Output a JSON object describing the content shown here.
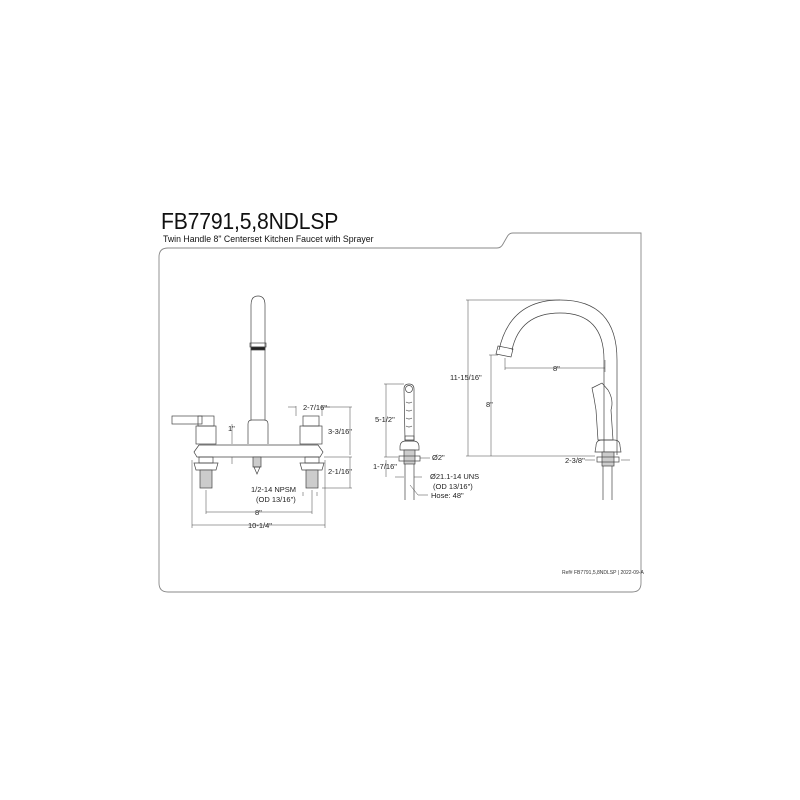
{
  "header": {
    "model": "FB7791,5,8NDLSP",
    "description": "Twin Handle 8\" Centerset Kitchen Faucet with Sprayer"
  },
  "footer": {
    "reference": "Ref# FB7791,5,8NDLSP | 2022-09-A"
  },
  "front_view": {
    "dimensions": {
      "handle_width": "2-7/16\"",
      "handle_height": "3-3/16\"",
      "deck_to_base": "1\"",
      "shank_length": "2-1/16\"",
      "thread": "1/2-14 NPSM",
      "thread_od": "(OD 13/16\")",
      "center_spacing": "8\"",
      "overall_width": "10-1/4\""
    }
  },
  "sprayer_view": {
    "dimensions": {
      "height": "5-1/2\"",
      "base_diameter": "Ø2\"",
      "shank_length": "1-7/16\"",
      "thread": "Ø21.1-14 UNS",
      "thread_od": "(OD 13/16\")",
      "hose": "Hose: 48\""
    }
  },
  "side_view": {
    "dimensions": {
      "overall_height": "11-15/16\"",
      "spout_reach": "8\"",
      "spout_height": "8\"",
      "base_diameter": "2-3/8\""
    }
  },
  "colors": {
    "line": "#555555",
    "frame": "#777777",
    "text": "#111111"
  }
}
